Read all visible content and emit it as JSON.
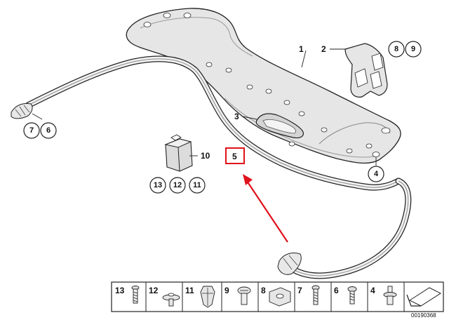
{
  "callouts": {
    "c1": "1",
    "c2": "2",
    "c3": "3",
    "c4": "4",
    "c5": "5",
    "c10": "10",
    "c8": "8",
    "c9": "9",
    "c7": "7",
    "c6": "6",
    "c13": "13",
    "c12": "12",
    "c11": "11"
  },
  "strip": {
    "n13": "13",
    "n12": "12",
    "n11": "11",
    "n9": "9",
    "n8": "8",
    "n7": "7",
    "n6": "6",
    "n4": "4"
  },
  "doc_number": "00190368",
  "colors": {
    "highlight": "#e0121b",
    "arrow": "#e0121b",
    "line": "#222222",
    "part_fill": "#e8e8e8",
    "part_shade": "#b8b8b8"
  }
}
